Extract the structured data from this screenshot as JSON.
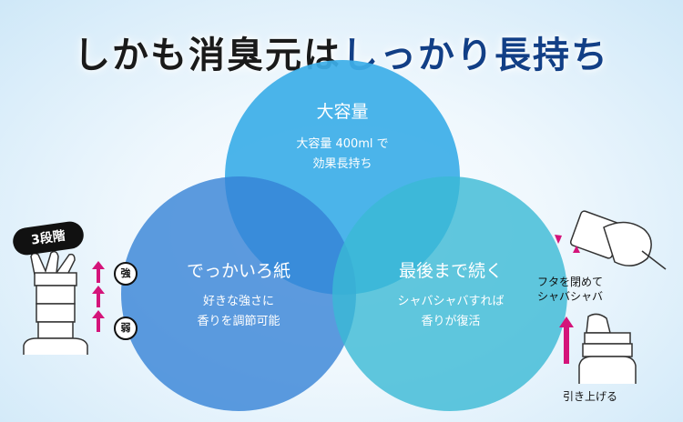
{
  "headline": {
    "part1": "しかも消臭元は",
    "part2": "しっかり長持ち"
  },
  "circles": {
    "top": {
      "title": "大容量",
      "line1": "大容量 400ml で",
      "line2": "効果長持ち"
    },
    "left": {
      "title": "でっかいろ紙",
      "line1": "好きな強さに",
      "line2": "香りを調節可能"
    },
    "right": {
      "title": "最後まで続く",
      "line1": "シャバシャバすれば",
      "line2": "香りが復活"
    }
  },
  "left_panel": {
    "badge": "3段階",
    "strong": "強",
    "weak": "弱"
  },
  "right_panel": {
    "shake_line1": "フタを閉めて",
    "shake_line2": "シャバシャバ",
    "lift": "引き上げる"
  },
  "colors": {
    "accent_arrow": "#d4147a",
    "headline_blue": "#123f86"
  }
}
